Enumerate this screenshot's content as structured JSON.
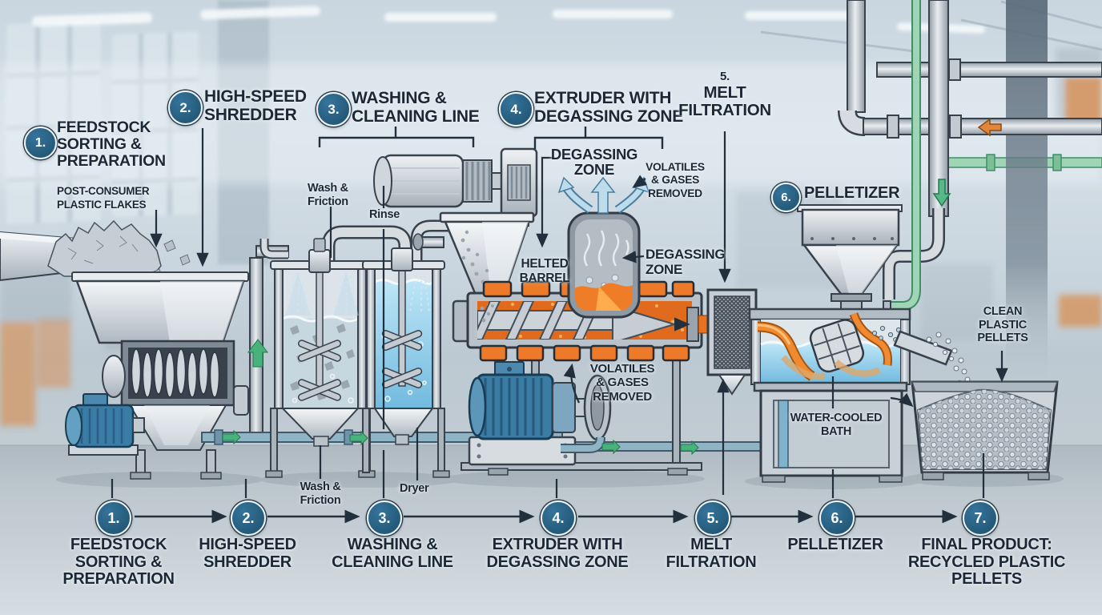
{
  "colors": {
    "badge_fill": "#245a77",
    "heading_text": "#1c2835",
    "melt_orange": "#ef7d28",
    "heater_orange": "#ed7a28",
    "water_blue": "#8fd0ec",
    "arrow_green": "#49b27a",
    "arrow_orange": "#e0873c"
  },
  "stations": {
    "s1": {
      "num": "1.",
      "title": "FEEDSTOCK\nSORTING &\nPREPARATION",
      "subtitle": "POST-CONSUMER\nPLASTIC FLAKES"
    },
    "s2": {
      "num": "2.",
      "title": "HIGH-SPEED\nSHREDDER"
    },
    "s3": {
      "num": "3.",
      "title": "WASHING &\nCLEANING LINE"
    },
    "s4": {
      "num": "4.",
      "title": "EXTRUDER WITH\nDEGASSING ZONE"
    },
    "s5": {
      "num": "5.",
      "title": "MELT\nFILTRATION"
    },
    "s6": {
      "num": "6.",
      "title": "PELLETIZER"
    }
  },
  "callouts": {
    "degassing_heading": "DEGASSING\nZONE",
    "volatiles_top": "VOLATILES\n& GASES\nREMOVED",
    "melted_barrel": "HELTED\nBARREL",
    "degassing_side": "DEGASSING\nZONE",
    "volatiles_bottom": "VOLATILES\n& GASES\nREMOVED",
    "wash_friction_upper": "Wash &\nFriction",
    "rinse": "Rinse",
    "wash_friction_lower": "Wash &\nFriction",
    "dryer": "Dryer",
    "clean_pellets": "CLEAN\nPLASTIC\nPELLETS",
    "water_cooled_bath": "WATER-COOLED\nBATH"
  },
  "flow_steps": [
    {
      "num": "1.",
      "label": "FEEDSTOCK\nSORTING &\nPREPARATION"
    },
    {
      "num": "2.",
      "label": "HIGH-SPEED\nSHREDDER"
    },
    {
      "num": "3.",
      "label": "WASHING &\nCLEANING LINE"
    },
    {
      "num": "4.",
      "label": "EXTRUDER WITH\nDEGASSING ZONE"
    },
    {
      "num": "5.",
      "label": "MELT\nFILTRATION"
    },
    {
      "num": "6.",
      "label": "PELLETIZER"
    },
    {
      "num": "7.",
      "label": "FINAL PRODUCT:\nRECYCLED PLASTIC\nPELLETS"
    }
  ]
}
